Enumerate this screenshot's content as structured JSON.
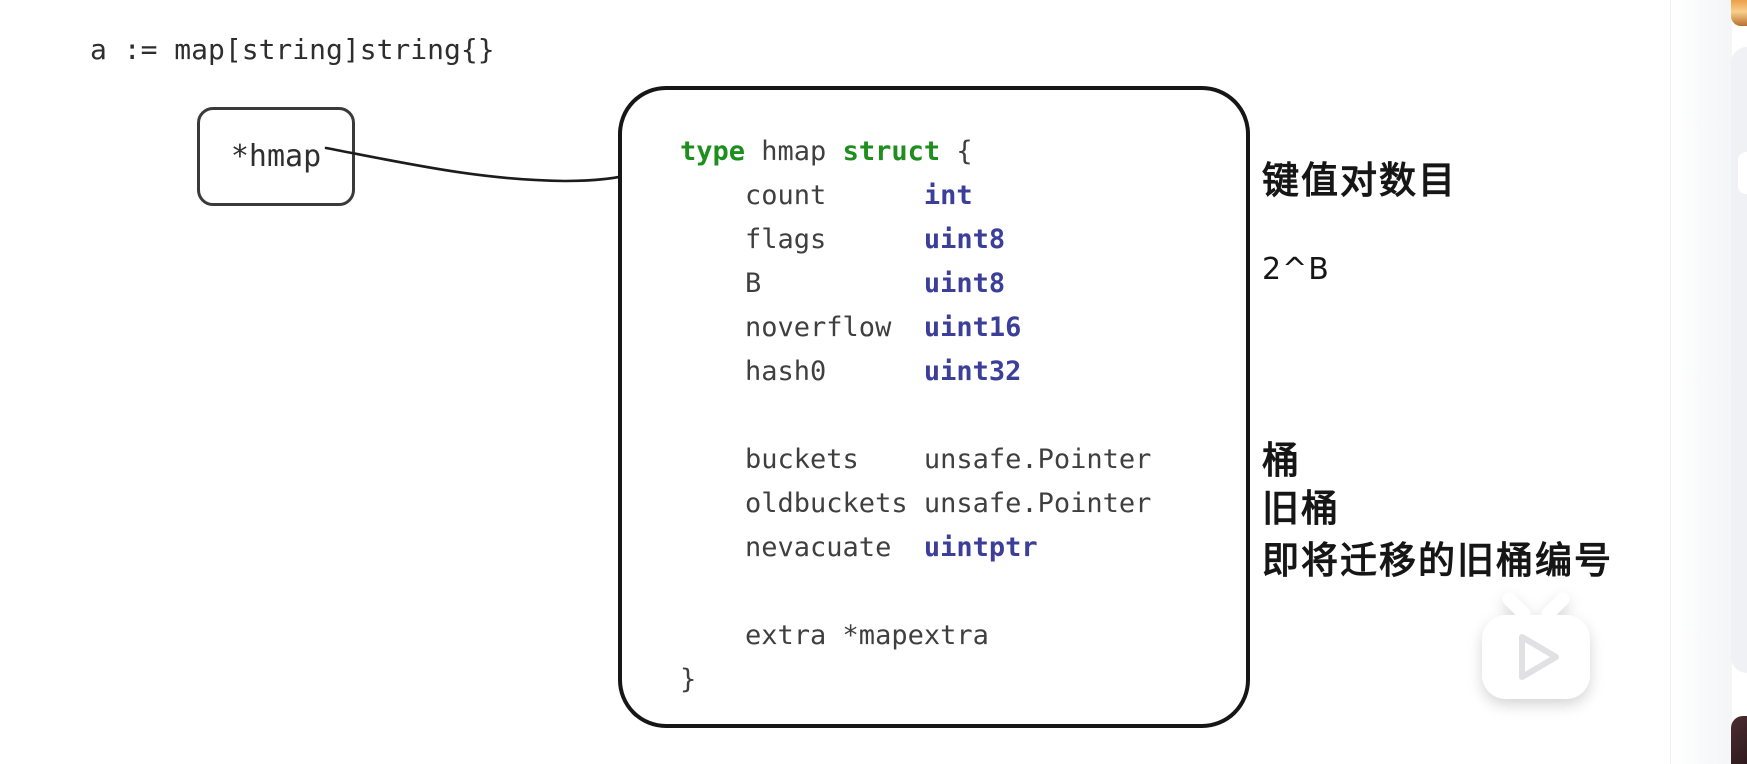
{
  "declaration": {
    "text": "a := map[string]string{}"
  },
  "pointer_box": {
    "label": "*hmap"
  },
  "struct_box": {
    "lines": [
      [
        {
          "text": "type",
          "style": "keyword"
        },
        {
          "text": " hmap ",
          "style": "plain"
        },
        {
          "text": "struct",
          "style": "keyword"
        },
        {
          "text": " {",
          "style": "plain"
        }
      ],
      [
        {
          "text": "    count      ",
          "style": "plain"
        },
        {
          "text": "int",
          "style": "type"
        }
      ],
      [
        {
          "text": "    flags      ",
          "style": "plain"
        },
        {
          "text": "uint8",
          "style": "type"
        }
      ],
      [
        {
          "text": "    B          ",
          "style": "plain"
        },
        {
          "text": "uint8",
          "style": "type"
        }
      ],
      [
        {
          "text": "    noverflow  ",
          "style": "plain"
        },
        {
          "text": "uint16",
          "style": "type"
        }
      ],
      [
        {
          "text": "    hash0      ",
          "style": "plain"
        },
        {
          "text": "uint32",
          "style": "type"
        }
      ],
      [
        {
          "text": "",
          "style": "plain"
        }
      ],
      [
        {
          "text": "    buckets    unsafe.Pointer",
          "style": "plain"
        }
      ],
      [
        {
          "text": "    oldbuckets unsafe.Pointer",
          "style": "plain"
        }
      ],
      [
        {
          "text": "    nevacuate  ",
          "style": "plain"
        },
        {
          "text": "uintptr",
          "style": "type"
        }
      ],
      [
        {
          "text": "",
          "style": "plain"
        }
      ],
      [
        {
          "text": "    extra *mapextra",
          "style": "plain"
        }
      ],
      [
        {
          "text": "}",
          "style": "plain"
        }
      ]
    ]
  },
  "annotations": [
    {
      "text": "键值对数目"
    },
    {
      "text": "2^B"
    },
    {
      "text": "桶"
    },
    {
      "text": "旧桶"
    },
    {
      "text": "即将迁移的旧桶编号"
    }
  ],
  "player": {
    "overlay_icon": "bilibili-tv-play-icon"
  },
  "colors": {
    "keyword_green": "#1e8e1e",
    "type_blue": "#3b3f99",
    "code_ink": "#3f3f3f",
    "box_ink": "#161616",
    "sidebar_card_gray": "#f0f1f4",
    "thumb_orange": "#eb9f47",
    "thumb_dark": "#3a2327"
  }
}
